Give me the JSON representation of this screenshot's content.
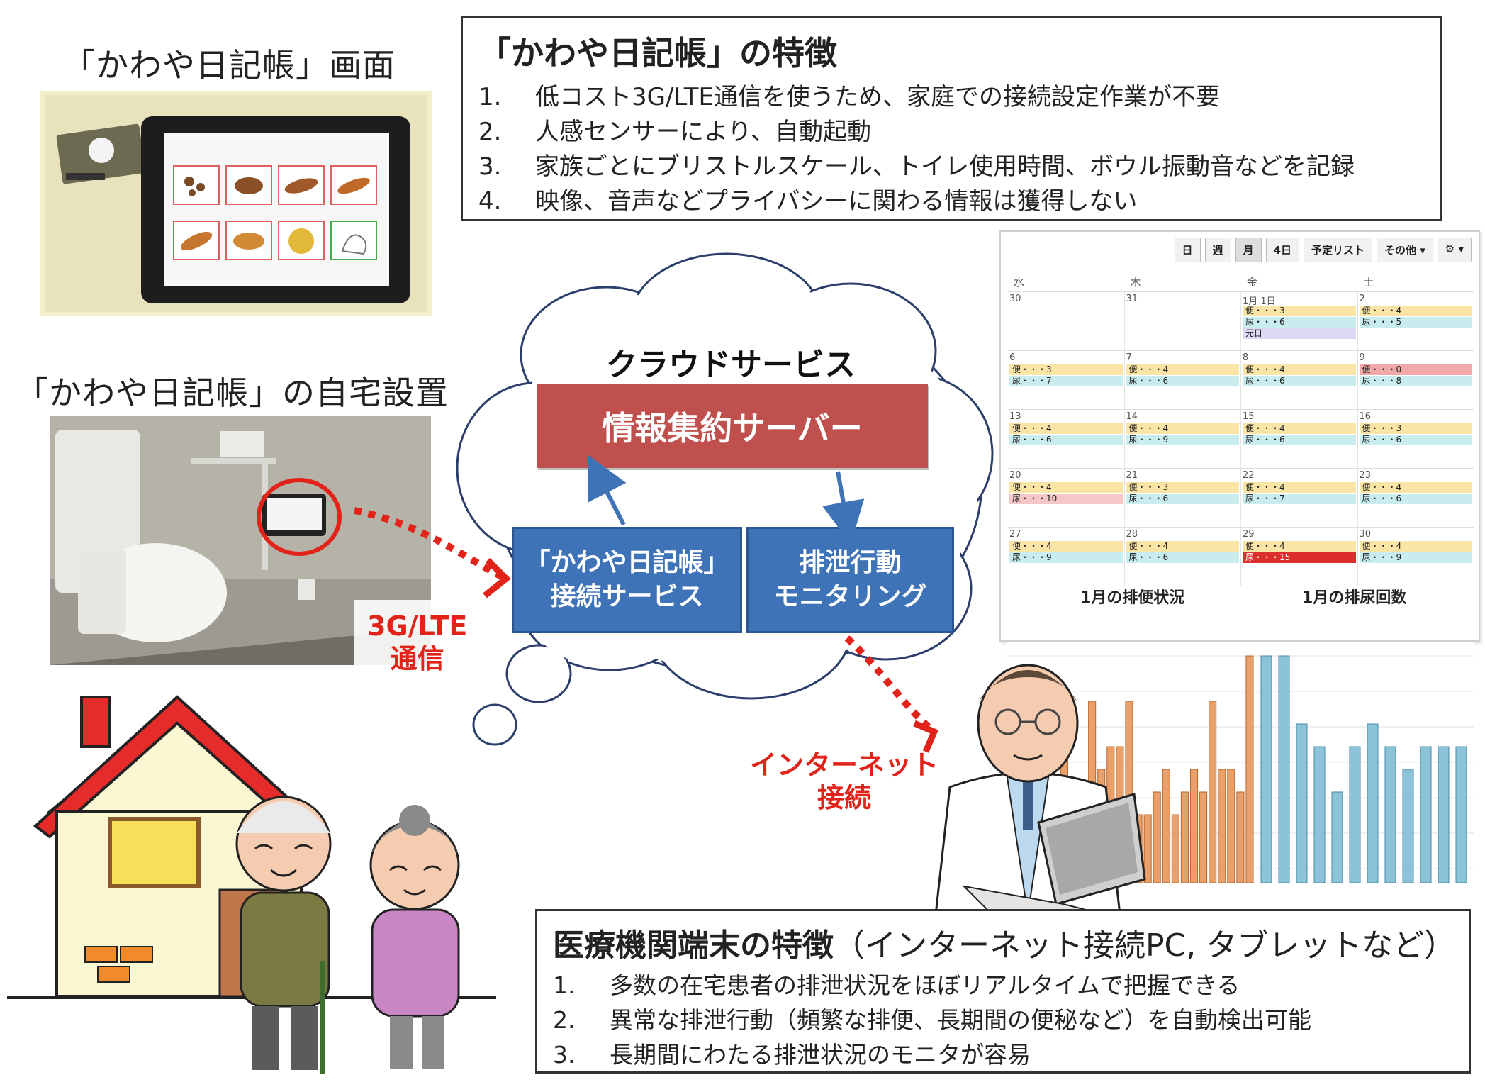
{
  "feature_box": {
    "title": "「かわや日記帳」の特徴",
    "items": [
      {
        "num": "1.",
        "text": "低コスト3G/LTE通信を使うため、家庭での接続設定作業が不要"
      },
      {
        "num": "2.",
        "text": "人感センサーにより、自動起動"
      },
      {
        "num": "3.",
        "text": "家族ごとにブリストルスケール、トイレ使用時間、ボウル振動音などを記録"
      },
      {
        "num": "4.",
        "text": "映像、音声などプライバシーに関わる情報は獲得しない"
      }
    ]
  },
  "captions": {
    "screen": "「かわや日記帳」画面",
    "home_install": "「かわや日記帳」の自宅設置"
  },
  "cloud": {
    "title": "クラウドサービス",
    "server": "情報集約サーバー",
    "service_left": [
      "「かわや日記帳」",
      "接続サービス"
    ],
    "service_right": [
      "排泄行動",
      "モニタリング"
    ]
  },
  "links": {
    "lte": [
      "3G/LTE",
      "通信"
    ],
    "internet": [
      "インターネット",
      "接続"
    ]
  },
  "calendar": {
    "toolbar": [
      "日",
      "週",
      "月",
      "4日",
      "予定リスト",
      "その他 ▾",
      "⚙ ▾"
    ],
    "weekdays": [
      "水",
      "木",
      "金",
      "土"
    ],
    "weeks": [
      [
        {
          "d": "30",
          "ev": []
        },
        {
          "d": "31",
          "ev": []
        },
        {
          "d": "1月 1日",
          "ev": [
            {
              "t": "便・・・3",
              "c": "b"
            },
            {
              "t": "尿・・・6",
              "c": "u"
            },
            {
              "t": "元日",
              "c": "h"
            }
          ]
        },
        {
          "d": "2",
          "ev": [
            {
              "t": "便・・・4",
              "c": "b"
            },
            {
              "t": "尿・・・5",
              "c": "u"
            }
          ]
        }
      ],
      [
        {
          "d": "6",
          "ev": [
            {
              "t": "便・・・3",
              "c": "b"
            },
            {
              "t": "尿・・・7",
              "c": "u"
            }
          ]
        },
        {
          "d": "7",
          "ev": [
            {
              "t": "便・・・4",
              "c": "b"
            },
            {
              "t": "尿・・・6",
              "c": "u"
            }
          ]
        },
        {
          "d": "8",
          "ev": [
            {
              "t": "便・・・4",
              "c": "b"
            },
            {
              "t": "尿・・・6",
              "c": "u"
            }
          ]
        },
        {
          "d": "9",
          "ev": [
            {
              "t": "便・・・0",
              "c": "br"
            },
            {
              "t": "尿・・・8",
              "c": "u"
            }
          ]
        }
      ],
      [
        {
          "d": "13",
          "ev": [
            {
              "t": "便・・・4",
              "c": "b"
            },
            {
              "t": "尿・・・6",
              "c": "u"
            }
          ]
        },
        {
          "d": "14",
          "ev": [
            {
              "t": "便・・・4",
              "c": "b"
            },
            {
              "t": "尿・・・9",
              "c": "u"
            }
          ]
        },
        {
          "d": "15",
          "ev": [
            {
              "t": "便・・・4",
              "c": "b"
            },
            {
              "t": "尿・・・6",
              "c": "u"
            }
          ]
        },
        {
          "d": "16",
          "ev": [
            {
              "t": "便・・・3",
              "c": "b"
            },
            {
              "t": "尿・・・6",
              "c": "u"
            }
          ]
        }
      ],
      [
        {
          "d": "20",
          "ev": [
            {
              "t": "便・・・4",
              "c": "b"
            },
            {
              "t": "尿・・・10",
              "c": "ur"
            }
          ]
        },
        {
          "d": "21",
          "ev": [
            {
              "t": "便・・・3",
              "c": "b"
            },
            {
              "t": "尿・・・6",
              "c": "u"
            }
          ]
        },
        {
          "d": "22",
          "ev": [
            {
              "t": "便・・・4",
              "c": "b"
            },
            {
              "t": "尿・・・7",
              "c": "u"
            }
          ]
        },
        {
          "d": "23",
          "ev": [
            {
              "t": "便・・・4",
              "c": "b"
            },
            {
              "t": "尿・・・6",
              "c": "u"
            }
          ]
        }
      ],
      [
        {
          "d": "27",
          "ev": [
            {
              "t": "便・・・4",
              "c": "b"
            },
            {
              "t": "尿・・・9",
              "c": "u"
            }
          ]
        },
        {
          "d": "28",
          "ev": [
            {
              "t": "便・・・4",
              "c": "b"
            },
            {
              "t": "尿・・・6",
              "c": "u"
            }
          ]
        },
        {
          "d": "29",
          "ev": [
            {
              "t": "便・・・4",
              "c": "b"
            },
            {
              "t": "尿・・・15",
              "c": "rs"
            }
          ]
        },
        {
          "d": "30",
          "ev": [
            {
              "t": "便・・・4",
              "c": "b"
            },
            {
              "t": "尿・・・9",
              "c": "u"
            }
          ]
        }
      ]
    ],
    "chart_left_label": "1月の排便状況",
    "chart_right_label": "1月の排尿回数"
  },
  "bar_charts": {
    "left_values": [
      2,
      2,
      3,
      3,
      2,
      7,
      3,
      4,
      8,
      5,
      6,
      6,
      8,
      3,
      3,
      4,
      5,
      3,
      4,
      5,
      4,
      8,
      5,
      5,
      4,
      10
    ],
    "right_values": [
      10,
      10,
      7,
      6,
      4,
      6,
      7,
      6,
      5,
      6,
      6,
      6
    ],
    "left_color": "#e9a06a",
    "right_color": "#8cc3d8"
  },
  "med_box": {
    "title_bold": "医療機関端末の特徴",
    "title_rest": "（インターネット接続PC, タブレットなど）",
    "items": [
      {
        "num": "1.",
        "text": "多数の在宅患者の排泄状況をほぼリアルタイムで把握できる"
      },
      {
        "num": "2.",
        "text": "異常な排泄行動（頻繁な排便、長期間の便秘など）を自動検出可能"
      },
      {
        "num": "3.",
        "text": "長期間にわたる排泄状況のモニタが容易"
      }
    ]
  }
}
